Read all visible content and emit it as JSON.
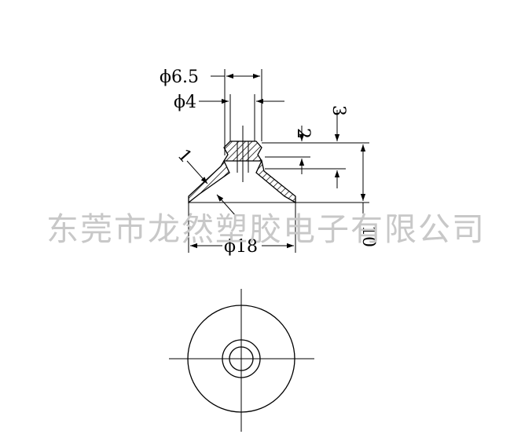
{
  "title": "",
  "watermark": {
    "text": "东莞市龙然塑胶电子有限公司",
    "color": "#c8c8c8"
  },
  "dimensions": {
    "outer_neck_diameter": "ϕ6.5",
    "inner_hole_diameter": "ϕ4",
    "base_diameter": "ϕ18",
    "wall_thickness": "1",
    "neck_height": "2",
    "top_offset": "3",
    "total_height": "10"
  },
  "colors": {
    "line": "#000000",
    "background": "#ffffff"
  }
}
